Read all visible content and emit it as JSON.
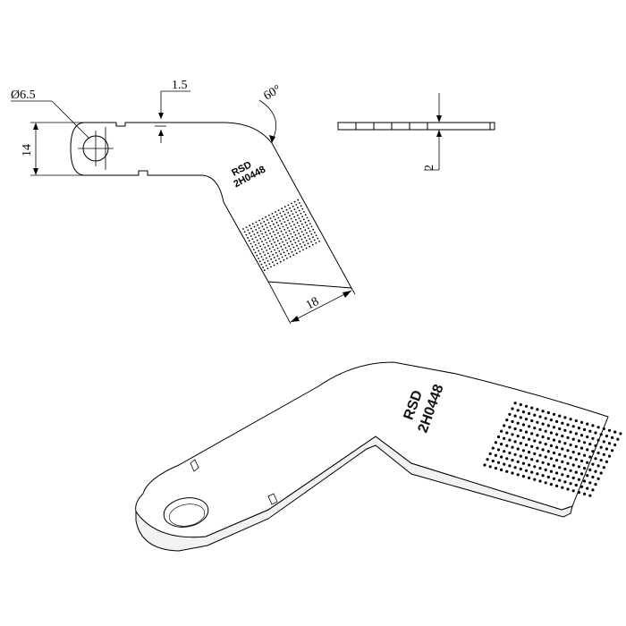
{
  "drawing": {
    "dimensions": {
      "hole_diameter": "Ø6.5",
      "slot_depth": "1.5",
      "bend_angle": "60°",
      "height": "14",
      "thickness": "2",
      "leg_width": "18"
    },
    "part_marking": {
      "line1": "RSD",
      "line2": "2H0448"
    }
  }
}
